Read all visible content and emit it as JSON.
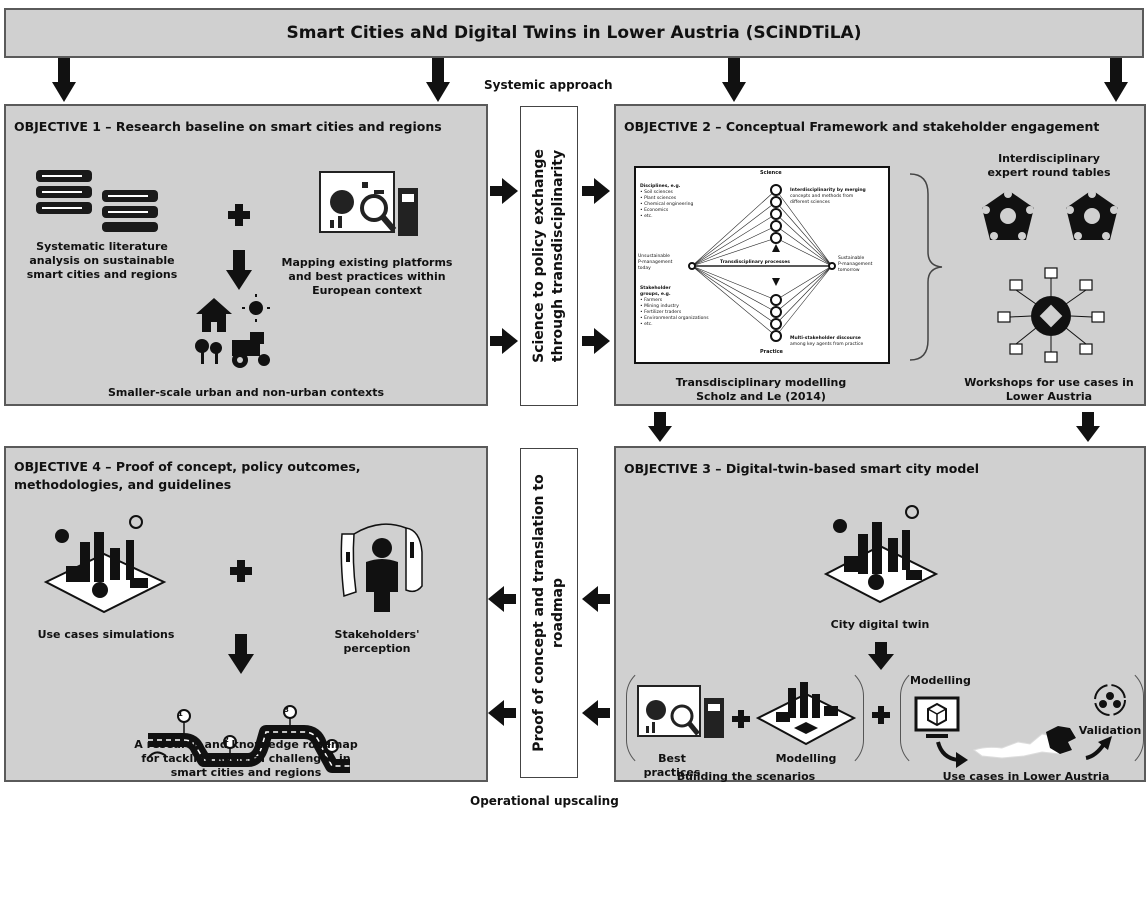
{
  "title": "Smart Cities aNd Digital Twins in Lower Austria (SCiNDTiLA)",
  "systemic_approach": "Systemic approach",
  "operational_upscaling": "Operational upscaling",
  "center_top": "Science to policy exchange through transdisciplinarity",
  "center_top_lines": [
    "Science to policy exchange",
    "through transdisciplinarity"
  ],
  "center_bottom_lines": [
    "Proof of concept and translation to",
    "roadmap"
  ],
  "obj1": {
    "title": "OBJECTIVE 1 – Research baseline on smart cities and regions",
    "cap_books": [
      "Systematic literature",
      "analysis on sustainable",
      "smart cities and regions"
    ],
    "cap_platforms": [
      "Mapping existing platforms",
      "and best practices within",
      "European context"
    ],
    "cap_contexts": "Smaller-scale urban and non-urban contexts"
  },
  "obj2": {
    "title": "OBJECTIVE 2 – Conceptual Framework and stakeholder engagement",
    "cap_roundtables": [
      "Interdisciplinary",
      "expert round tables"
    ],
    "cap_model": [
      "Transdisciplinary modelling",
      "Scholz and Le (2014)"
    ],
    "cap_workshops": [
      "Workshops for use cases in",
      "Lower Austria"
    ],
    "figure": {
      "science": "Science",
      "practice": "Practice",
      "disciplines": [
        "Disciplines, e.g.",
        "• Soil sciences",
        "• Plant sciences",
        "• Chemical engineering",
        "• Economics",
        "• etc."
      ],
      "stakeholders": [
        "Stakeholder",
        "groups, e.g.",
        "• Farmers",
        "• Mining industry",
        "• Fertilizer traders",
        "• Environmental organizations",
        "• etc."
      ],
      "left_node": [
        "Unsustainable",
        "P-management",
        "today"
      ],
      "right_node": [
        "Sustainable",
        "P-management",
        "tomorrow"
      ],
      "interdisc": [
        "Interdisciplinarity by merging",
        "concepts and methods from",
        "different sciences"
      ],
      "transdisc": "Transdisciplinary processes",
      "multistake": [
        "Multi-stakeholder discourse",
        "among key agents from practice"
      ]
    }
  },
  "obj3": {
    "title": "OBJECTIVE 3 – Digital-twin-based smart city model",
    "cap_twin": "City digital twin",
    "cap_best": "Best practices",
    "cap_modelling_a": "Modelling",
    "cap_building": "Building the scenarios",
    "cap_modelling_b": "Modelling",
    "cap_validation": "Validation",
    "cap_usecases": "Use cases in Lower Austria"
  },
  "obj4": {
    "title_lines": [
      "OBJECTIVE 4 – Proof of concept, policy outcomes,",
      "methodologies, and guidelines"
    ],
    "cap_sims": "Use cases simulations",
    "cap_perception": [
      "Stakeholders'",
      "perception"
    ],
    "cap_roadmap": [
      "A research and knowledge roadmap",
      "for tackling societal challenges in",
      "smart cities and regions"
    ],
    "road_numbers": [
      "1",
      "2",
      "3",
      "4"
    ]
  }
}
